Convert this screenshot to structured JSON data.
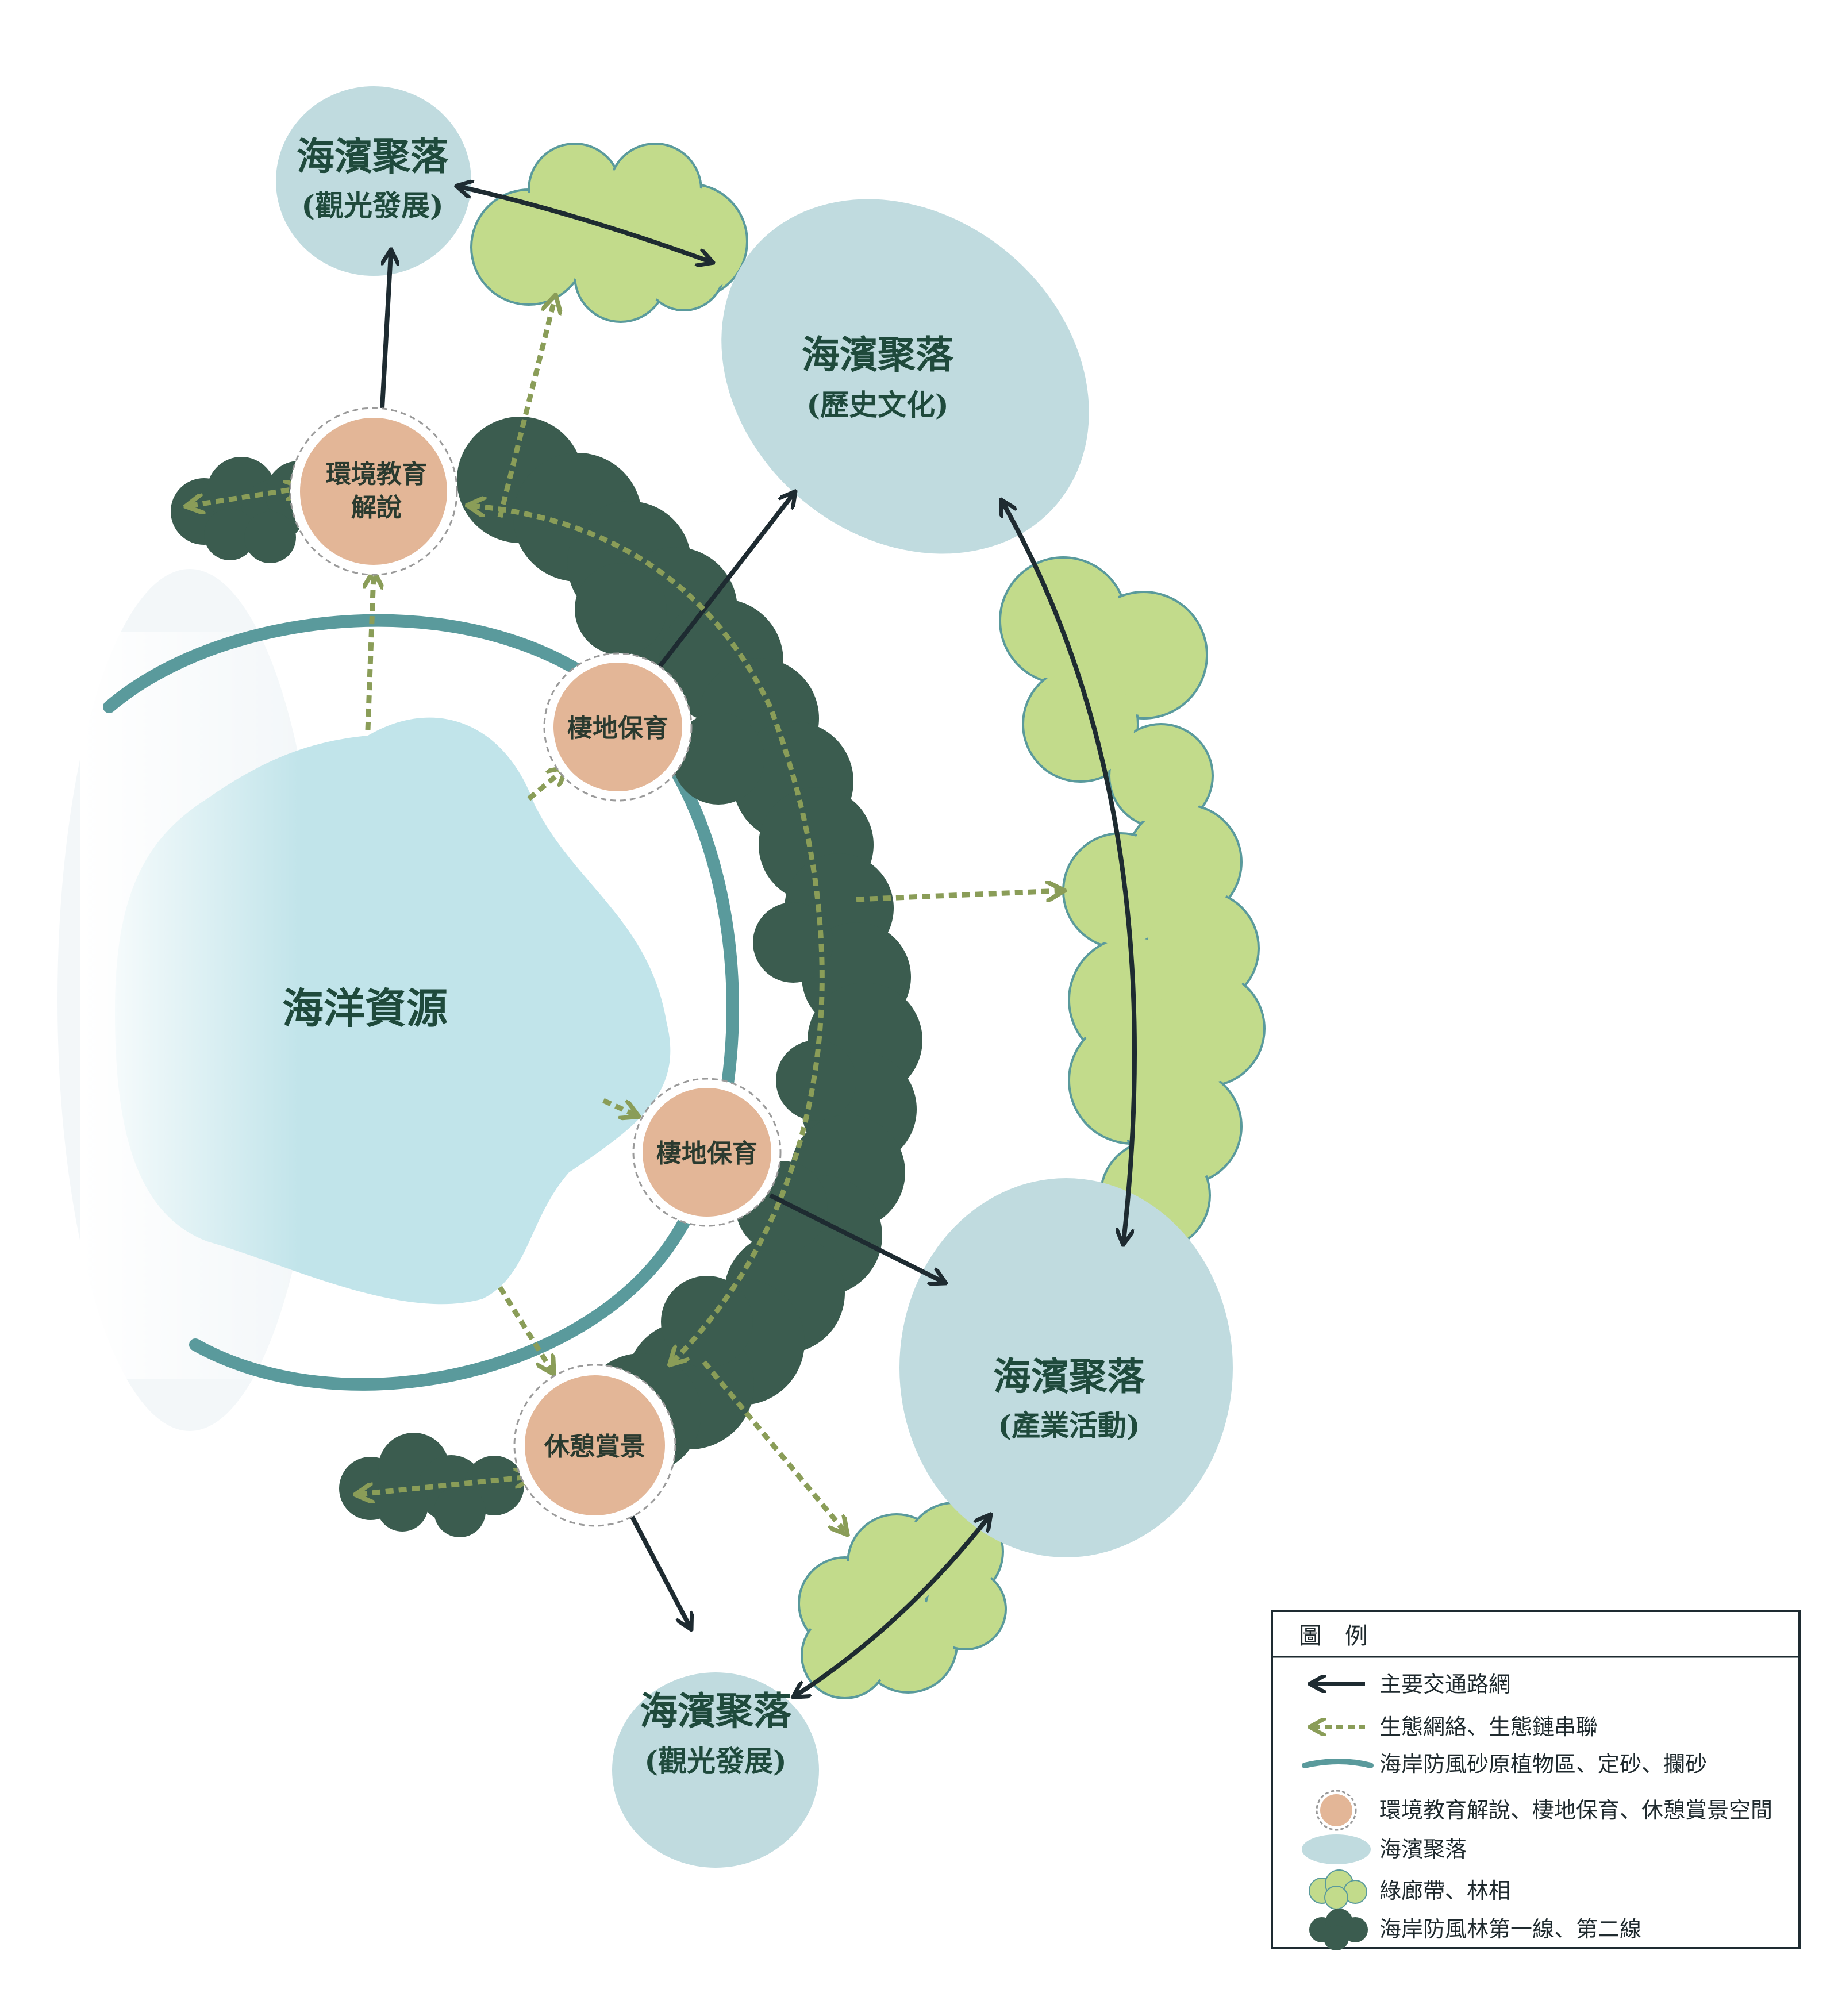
{
  "colors": {
    "ocean": "#c1e4ea",
    "settlement": "#c0dbdf",
    "ring": "#5a9a9c",
    "forest_dark": "#3b5c4f",
    "forest_light": "#c2db8b",
    "node_fill": "#e3b697",
    "arrow_dark": "#1e2b31",
    "arrow_green": "#8a9d58",
    "text_dark": "#1f4a3c"
  },
  "ocean": {
    "label": "海洋資源"
  },
  "settlements": {
    "top_left": {
      "title": "海濱聚落",
      "subtitle": "(觀光發展)"
    },
    "history": {
      "title": "海濱聚落",
      "subtitle": "(歷史文化)"
    },
    "industry": {
      "title": "海濱聚落",
      "subtitle": "(產業活動)"
    },
    "bottom": {
      "title": "海濱聚落",
      "subtitle": "(觀光發展)"
    }
  },
  "nodes": {
    "env_edu_line1": "環境教育",
    "env_edu_line2": "解說",
    "habitat_1": "棲地保育",
    "habitat_2": "棲地保育",
    "rest": "休憩賞景"
  },
  "legend": {
    "title": "圖　例",
    "items": [
      {
        "icon": "dark-arrow-icon",
        "label": "主要交通路網"
      },
      {
        "icon": "dashed-green-arrow-icon",
        "label": "生態網絡、生態鏈串聯"
      },
      {
        "icon": "teal-stroke-icon",
        "label": "海岸防風砂原植物區、定砂、攔砂"
      },
      {
        "icon": "peach-circle-icon",
        "label": "環境教育解說、棲地保育、休憩賞景空間"
      },
      {
        "icon": "blue-ellipse-icon",
        "label": "海濱聚落"
      },
      {
        "icon": "light-green-cloud-icon",
        "label": "綠廊帶、林相"
      },
      {
        "icon": "dark-green-cloud-icon",
        "label": "海岸防風林第一線、第二線"
      }
    ]
  }
}
